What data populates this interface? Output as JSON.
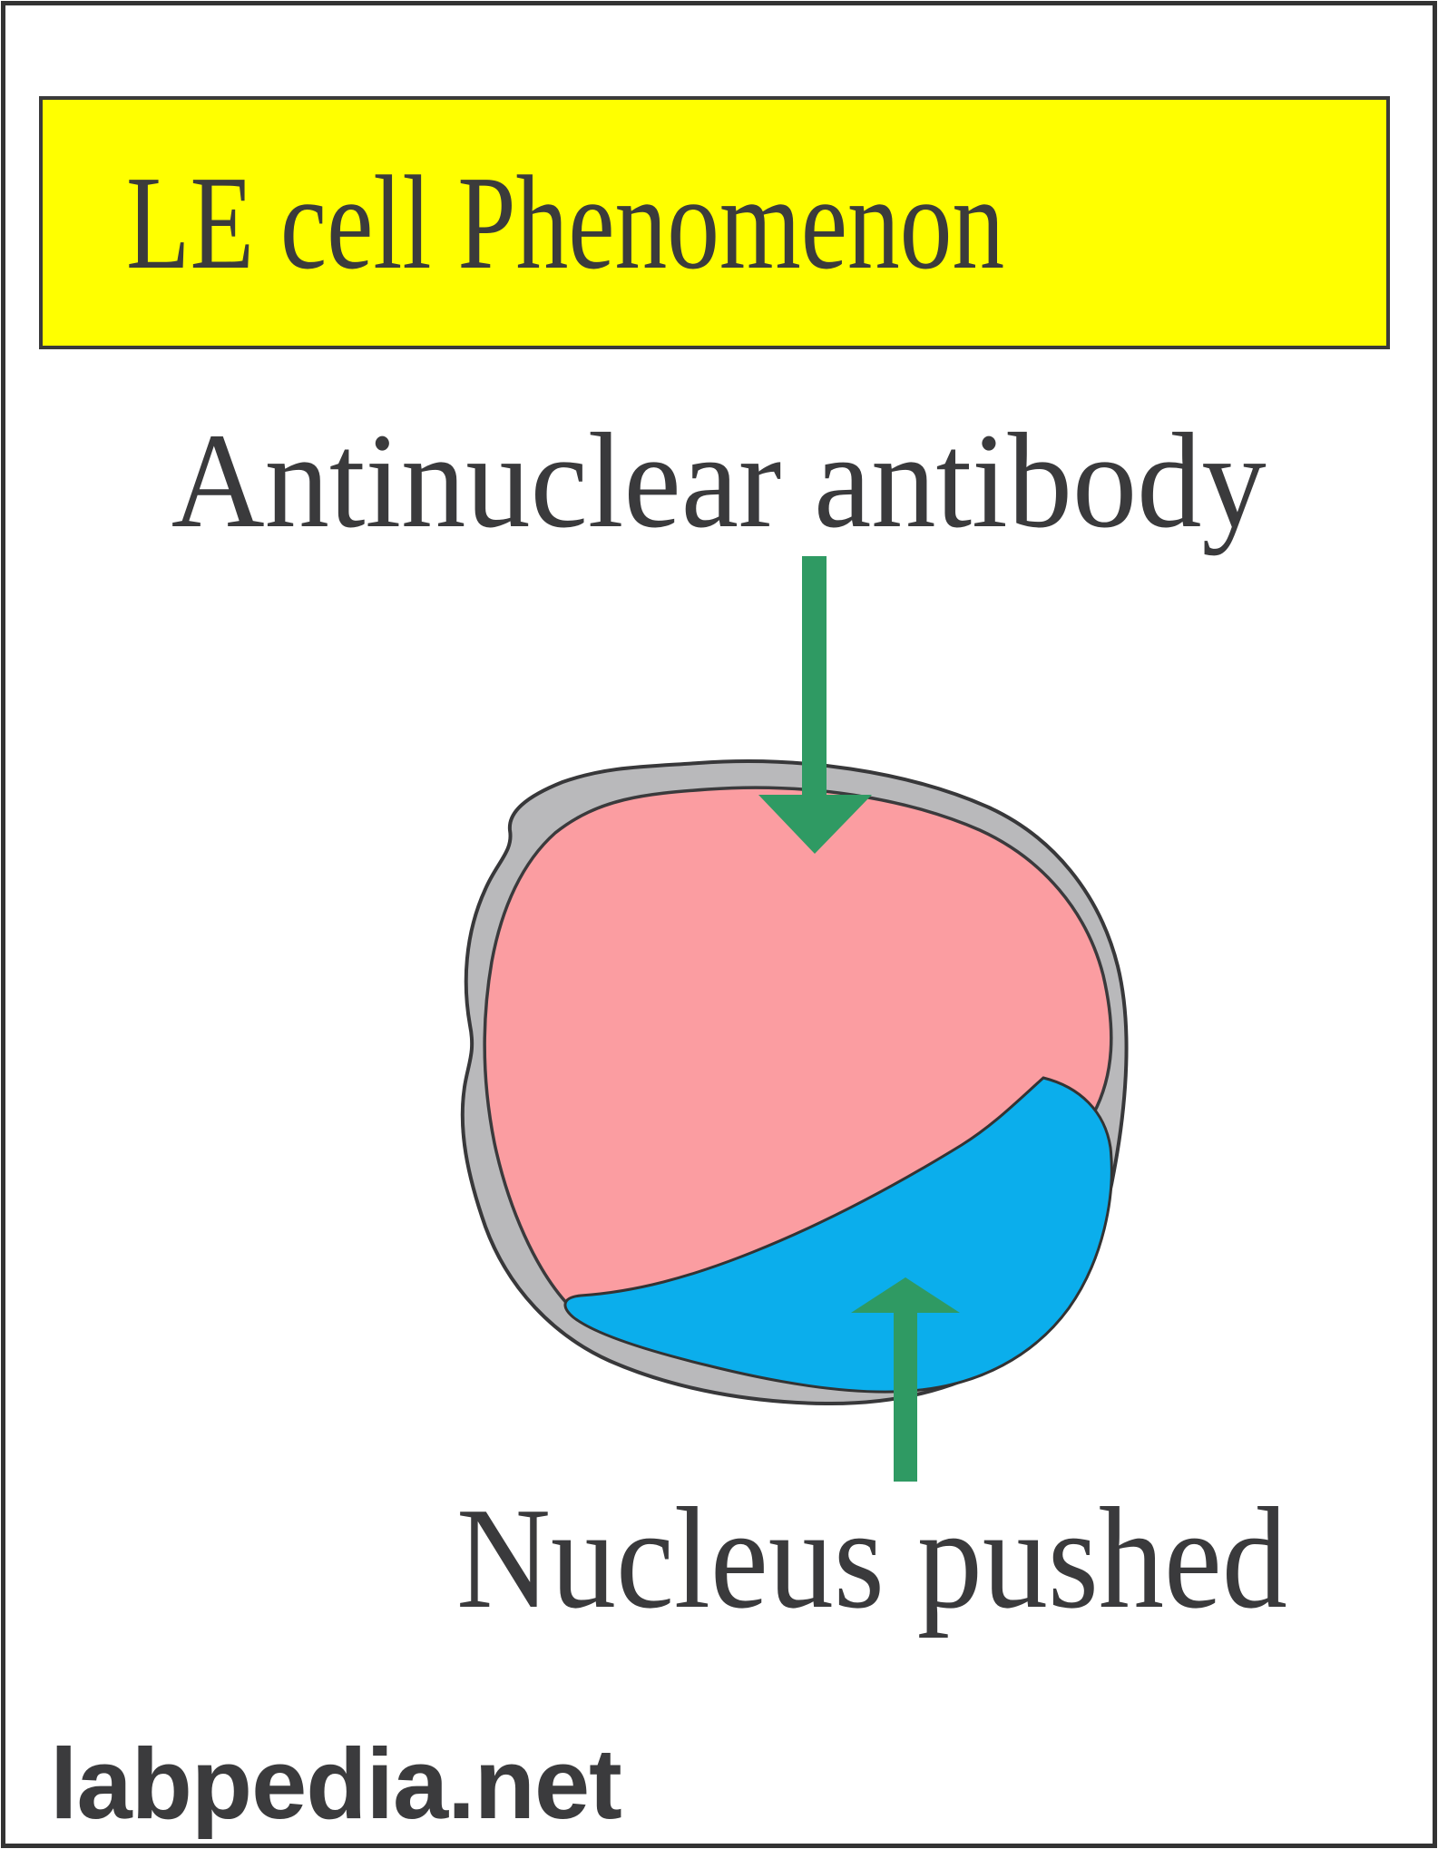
{
  "page": {
    "border_color": "#333333",
    "background": "#ffffff"
  },
  "banner": {
    "title": "LE cell Phenomenon",
    "background": "#ffff00",
    "border_color": "#3a3a3a",
    "text_color": "#3b3b3b"
  },
  "labels": {
    "top_label": "Antinuclear antibody",
    "bottom_label": "Nucleus pushed"
  },
  "watermark": {
    "text": "labpedia.net"
  },
  "diagram": {
    "cell": {
      "cytoplasm_color": "#b9b9bb",
      "cytoplasm_outline": "#38383a",
      "le_body_color": "#fb9da1",
      "le_body_outline": "#3a3a3c",
      "nucleus_color": "#0baeec",
      "nucleus_outline": "#333333"
    },
    "arrows": {
      "color": "#2f9a63",
      "down_arrow_meaning": "antinuclear antibody acting on cell",
      "up_arrow_meaning": "nucleus pushed to periphery"
    }
  }
}
